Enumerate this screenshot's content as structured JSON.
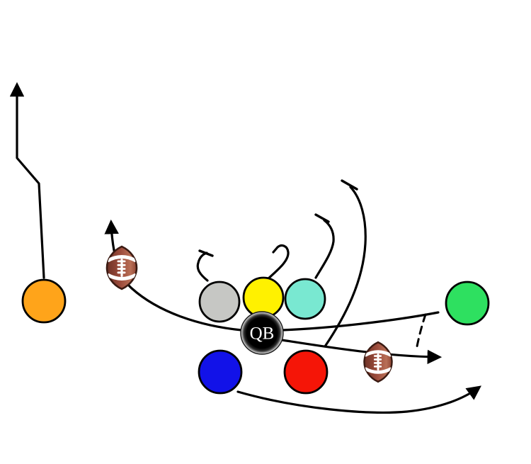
{
  "diagram": {
    "kind": "football-play-diagram",
    "background_color": "#FFFFFF",
    "line_color": "#000000"
  },
  "players": {
    "orange": {
      "label": "",
      "color": "#FFA41A"
    },
    "gray": {
      "label": "",
      "color": "#C6C7C4"
    },
    "yellow": {
      "label": "",
      "color": "#FFF100"
    },
    "turquoise": {
      "label": "",
      "color": "#79E8D1"
    },
    "green": {
      "label": "",
      "color": "#2EE060"
    },
    "blue": {
      "label": "",
      "color": "#1212E8"
    },
    "red": {
      "label": "",
      "color": "#F51507"
    },
    "qb": {
      "label": "QB",
      "color": "#000000",
      "label_color": "#FFFFFF"
    }
  },
  "footballs": {
    "count": 2,
    "body_color": "#9C4B3B",
    "stripe_color": "#FFFFFF",
    "lace_color": "#FFFFFF"
  },
  "routes": {
    "orange_streak": {
      "end": "arrow",
      "style": "solid"
    },
    "gray_block": {
      "end": "block-T",
      "style": "solid"
    },
    "yellow_hook": {
      "end": "hook",
      "style": "solid"
    },
    "turquoise_block": {
      "end": "block-T",
      "style": "solid"
    },
    "middle_deep_block": {
      "end": "block-T",
      "style": "solid"
    },
    "sweep_left": {
      "end": "arrow",
      "style": "solid",
      "football_marker": true
    },
    "handoff_right": {
      "end": "arrow",
      "style": "solid",
      "football_marker": true
    },
    "qb_to_green": {
      "end": "none",
      "style": "solid"
    },
    "fake_connector": {
      "end": "none",
      "style": "dashed"
    },
    "blue_swing": {
      "end": "arrow",
      "style": "solid"
    }
  }
}
